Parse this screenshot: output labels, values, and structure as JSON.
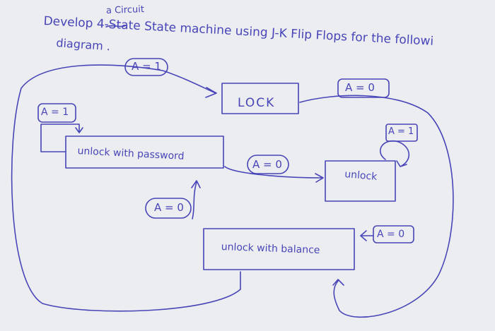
{
  "title": {
    "line1": "Develop 4-State State machine using J-K Flip Flops for the followi",
    "inserted": "a Circuit",
    "line2": "diagram ."
  },
  "states": {
    "lock": "LOCK",
    "unlock_with_password": "unlock with password",
    "unlock": "unlock",
    "unlock_with_balance": "unlock with balance"
  },
  "conditions": {
    "top": "A = 1",
    "right_top": "A = 0",
    "left": "A = 1",
    "self_loop": "A = 1",
    "middle": "A = 0",
    "lower_left": "A = 0",
    "lower_right": "A = 0"
  },
  "colors": {
    "ink": "#4845b8",
    "paper": "#ecedf1"
  }
}
